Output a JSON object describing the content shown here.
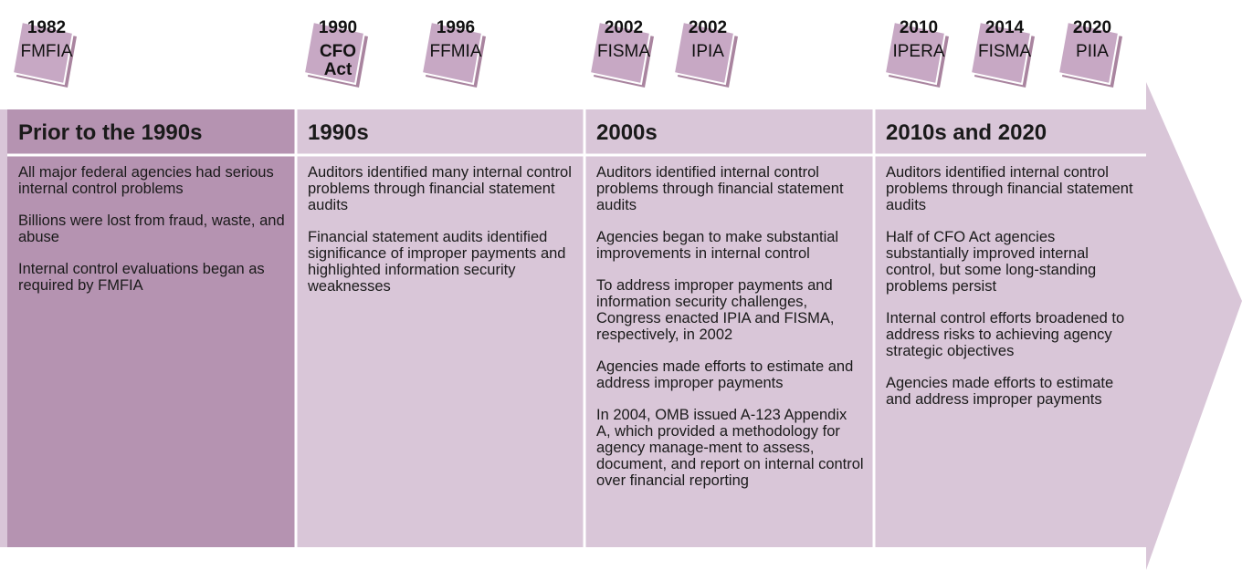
{
  "colors": {
    "arrow": "#d9c6d8",
    "first_column": "#b593b1",
    "badge_front": "#c7a8c4",
    "badge_back": "#a9849f",
    "divider": "#ffffff"
  },
  "laws": [
    {
      "year": "1982",
      "name": "FMFIA"
    },
    {
      "year": "1990",
      "name": "CFO Act"
    },
    {
      "year": "1996",
      "name": "FFMIA"
    },
    {
      "year": "2002",
      "name": "FISMA"
    },
    {
      "year": "2002",
      "name": "IPIA"
    },
    {
      "year": "2010",
      "name": "IPERA"
    },
    {
      "year": "2014",
      "name": "FISMA"
    },
    {
      "year": "2020",
      "name": "PIIA"
    }
  ],
  "periods": [
    {
      "title": "Prior to the 1990s",
      "items": [
        "All major federal agencies had serious internal control problems",
        "Billions were lost from fraud, waste, and abuse",
        "Internal control evaluations began as required by FMFIA"
      ]
    },
    {
      "title": "1990s",
      "items": [
        "Auditors identified many internal control problems through financial statement audits",
        "Financial statement audits identified significance of improper payments and highlighted information security weaknesses"
      ]
    },
    {
      "title": "2000s",
      "items": [
        "Auditors identified internal control problems through financial statement audits",
        "Agencies began to make substantial improvements in internal control",
        "To address improper payments and information security challenges, Congress enacted IPIA and FISMA, respectively, in 2002",
        "Agencies made efforts to estimate and address improper payments",
        "In 2004, OMB issued A-123 Appendix A, which provided a methodology for agency manage-ment to assess, document, and report on internal control over financial reporting"
      ]
    },
    {
      "title": "2010s and 2020",
      "items": [
        "Auditors identified internal control problems through financial statement audits",
        "Half of CFO Act agencies substantially improved internal control, but some long-standing problems persist",
        "Internal control efforts broadened to address risks to achieving agency strategic objectives",
        "Agencies made efforts to estimate and address improper payments"
      ]
    }
  ]
}
